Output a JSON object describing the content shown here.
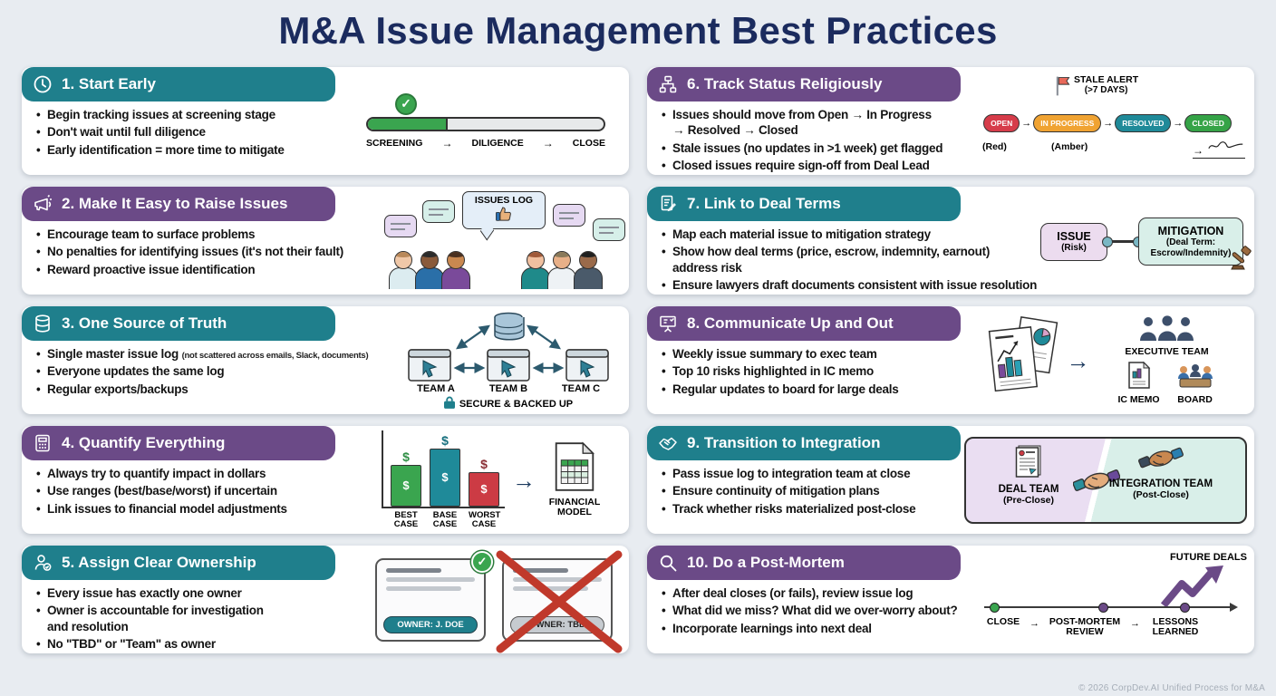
{
  "page": {
    "title": "M&A Issue Management Best Practices",
    "footer": "© 2026 CorpDev.AI Unified Process for M&A"
  },
  "glyphs": {
    "arrow": "→",
    "check": "✓",
    "dollar": "$"
  },
  "colors": {
    "background": "#e8ecf1",
    "title_navy": "#1b2b5e",
    "teal_header": "#1f7f8c",
    "purple_header": "#6b4a87",
    "status_open_red": "#d63c4a",
    "status_in_progress_amber": "#f0a332",
    "status_resolved_teal": "#1f8a99",
    "status_closed_green": "#35a347",
    "progress_green": "#3aa54f",
    "error_red": "#c0392b"
  },
  "cards": [
    {
      "title": "1. Start Early",
      "bullets": [
        "Begin tracking issues at screening stage",
        "Don't wait until full diligence",
        "Early identification = more time to mitigate"
      ],
      "art": {
        "stage1": "SCREENING",
        "stage2": "DILIGENCE",
        "stage3": "CLOSE"
      }
    },
    {
      "title": "2. Make It Easy to Raise Issues",
      "bullets": [
        "Encourage team to surface problems",
        "No penalties for identifying issues (it's not their fault)",
        "Reward proactive issue identification"
      ],
      "art": {
        "bubble": "ISSUES LOG"
      }
    },
    {
      "title": "3. One Source of Truth",
      "b1_main": "Single master issue log",
      "b1_note": "(not scattered across emails, Slack, documents)",
      "b2": "Everyone updates the same log",
      "b3": "Regular exports/backups",
      "art": {
        "team_a": "TEAM A",
        "team_b": "TEAM B",
        "team_c": "TEAM C",
        "secure": "SECURE & BACKED UP"
      }
    },
    {
      "title": "4. Quantify Everything",
      "bullets": [
        "Always try to quantify impact in dollars",
        "Use ranges (best/base/worst) if uncertain",
        "Link issues to financial model adjustments"
      ],
      "art": {
        "bar1": "BEST CASE",
        "bar2": "BASE CASE",
        "bar3": "WORST CASE",
        "model": "FINANCIAL MODEL"
      }
    },
    {
      "title": "5. Assign Clear Ownership",
      "bullets": [
        "Every issue has exactly one owner",
        "Owner is accountable for investigation and resolution",
        "No \"TBD\" or \"Team\" as owner"
      ],
      "art": {
        "good": "OWNER: J. DOE",
        "bad": "OWNER: TBD"
      }
    },
    {
      "title": "6. Track Status Religiously",
      "b1_pre": "Issues should move from ",
      "b1_bold": "Open → In Progress → Resolved → Closed",
      "b2": "Stale issues (no updates in >1 week) get flagged",
      "b3": "Closed issues require sign-off from Deal Lead",
      "art": {
        "alert_title": "STALE ALERT",
        "alert_sub": "(>7 DAYS)",
        "pill1": "OPEN",
        "pill2": "IN PROGRESS",
        "pill3": "RESOLVED",
        "pill4": "CLOSED",
        "note1": "(Red)",
        "note2": "(Amber)"
      }
    },
    {
      "title": "7. Link to Deal Terms",
      "bullets": [
        "Map each material issue to mitigation strategy",
        "Show how deal terms (price, escrow, indemnity, earnout) address risk",
        "Ensure lawyers draft documents consistent with issue resolution"
      ],
      "art": {
        "issue": "ISSUE",
        "issue_sub": "(Risk)",
        "mit": "MITIGATION",
        "mit_sub": "(Deal Term: Escrow/Indemnity)"
      }
    },
    {
      "title": "8. Communicate Up and Out",
      "bullets": [
        "Weekly issue summary to exec team",
        "Top 10 risks highlighted in IC memo",
        "Regular updates to board for large deals"
      ],
      "art": {
        "exec": "EXECUTIVE TEAM",
        "memo": "IC MEMO",
        "board": "BOARD"
      }
    },
    {
      "title": "9. Transition to Integration",
      "bullets": [
        "Pass issue log to integration team at close",
        "Ensure continuity of mitigation plans",
        "Track whether risks materialized post-close"
      ],
      "art": {
        "left": "DEAL TEAM",
        "left_sub": "(Pre-Close)",
        "right": "INTEGRATION TEAM",
        "right_sub": "(Post-Close)"
      }
    },
    {
      "title": "10. Do a Post-Mortem",
      "bullets": [
        "After deal closes (or fails), review issue log",
        "What did we miss? What did we over-worry about?",
        "Incorporate learnings into next deal"
      ],
      "art": {
        "future": "FUTURE DEALS",
        "step1": "CLOSE",
        "step2": "POST-MORTEM REVIEW",
        "step3": "LESSONS LEARNED"
      }
    }
  ]
}
